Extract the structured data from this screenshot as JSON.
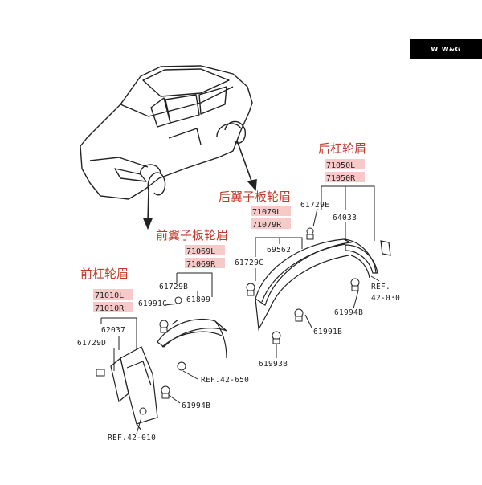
{
  "logo": {
    "symbol": "W",
    "text": "W&G"
  },
  "groups": {
    "rear_bumper_flare": {
      "title": "后杠轮眉",
      "parts": [
        "71050L",
        "71050R"
      ],
      "subparts": [
        "61729E",
        "64033"
      ]
    },
    "rear_fender_flare": {
      "title": "后翼子板轮眉",
      "parts": [
        "71079L",
        "71079R"
      ],
      "subparts": [
        "69562",
        "61729C"
      ]
    },
    "front_fender_flare": {
      "title": "前翼子板轮眉",
      "parts": [
        "71069L",
        "71069R"
      ],
      "subparts": [
        "61729B",
        "61809"
      ]
    },
    "front_bumper_flare": {
      "title": "前杠轮眉",
      "parts": [
        "71010L",
        "71010R"
      ],
      "subparts": [
        "62037",
        "61729D"
      ]
    }
  },
  "fasteners": {
    "f_61991C": "61991C",
    "f_61994B_front": "61994B",
    "f_61994B_rear": "61994B",
    "f_61991B": "61991B",
    "f_61993B": "61993B"
  },
  "refs": {
    "ref_42_650": "REF.42-650",
    "ref_42_010": "REF.42-010",
    "ref_42_030_a": "REF.",
    "ref_42_030_b": "42-030"
  }
}
